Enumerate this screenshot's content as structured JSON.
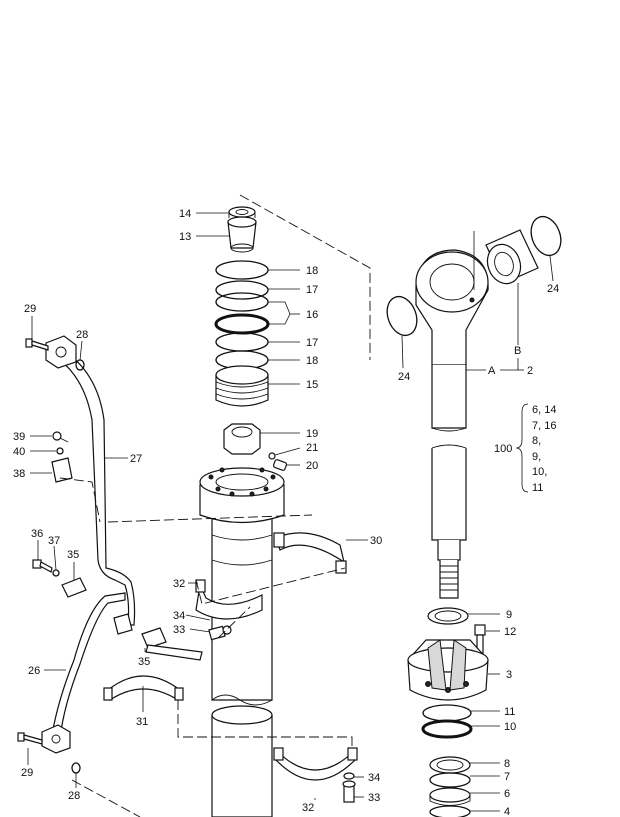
{
  "callouts": {
    "p14a": "14",
    "p13": "13",
    "p18a": "18",
    "p17a": "17",
    "p16": "16",
    "p17b": "17",
    "p18b": "18",
    "p15": "15",
    "p19": "19",
    "p21": "21",
    "p20": "20",
    "p24a": "24",
    "p24b": "24",
    "pB": "B",
    "pA": "A",
    "p2": "2",
    "p29a": "29",
    "p28a": "28",
    "p27": "27",
    "p39": "39",
    "p40": "40",
    "p38": "38",
    "p36": "36",
    "p37": "37",
    "p35a": "35",
    "p30": "30",
    "p32a": "32",
    "p34a": "34",
    "p33a": "33",
    "p35b": "35",
    "p26": "26",
    "p31": "31",
    "p9": "9",
    "p12": "12",
    "p3": "3",
    "p11": "11",
    "p10": "10",
    "p29b": "29",
    "p28b": "28",
    "p32b": "32",
    "p34b": "34",
    "p33b": "33",
    "p8": "8",
    "p7": "7",
    "p6": "6",
    "p4": "4"
  },
  "kit": {
    "number": "100",
    "lines": [
      "6, 14",
      "7, 16",
      "8,",
      "9,",
      "10,",
      "11"
    ]
  }
}
